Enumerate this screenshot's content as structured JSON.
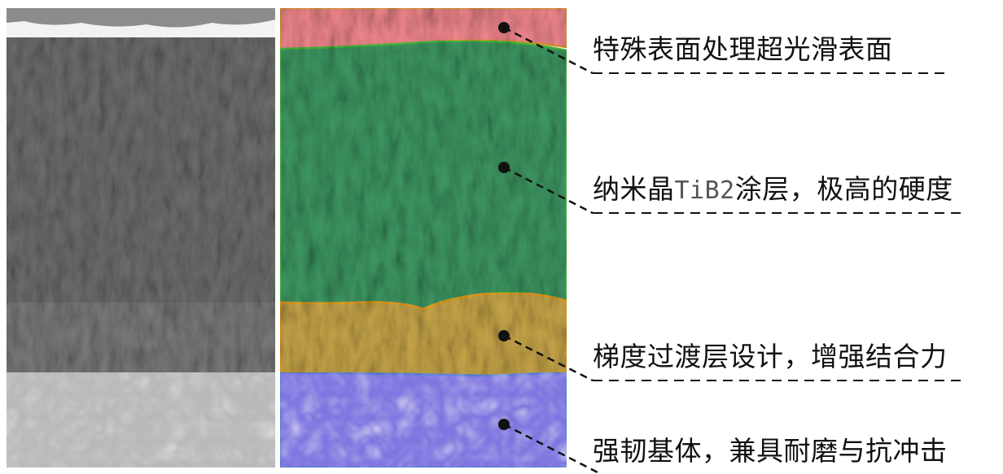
{
  "labels": {
    "surface": "特殊表面处理超光滑表面",
    "coating": "纳米晶TiB2涂层，极高的硬度",
    "transition": "梯度过渡层设计，增强结合力",
    "substrate": "强韧基体，兼具耐磨与抗冲击"
  },
  "label_parts": {
    "coating_prefix": "纳米晶",
    "coating_formula": "TiB2",
    "coating_suffix": "涂层，极高的硬度"
  },
  "colors": {
    "surface_fill": "#f4898f",
    "surface_stroke": "#e69a2e",
    "coating_fill": "#3f9a64",
    "coating_stroke": "#4bbf3e",
    "transition_fill": "#caa84a",
    "transition_stroke": "#f0a21c",
    "substrate_fill": "#7d74e0",
    "substrate_stroke": "#4a78d2",
    "leader": "#111111"
  }
}
